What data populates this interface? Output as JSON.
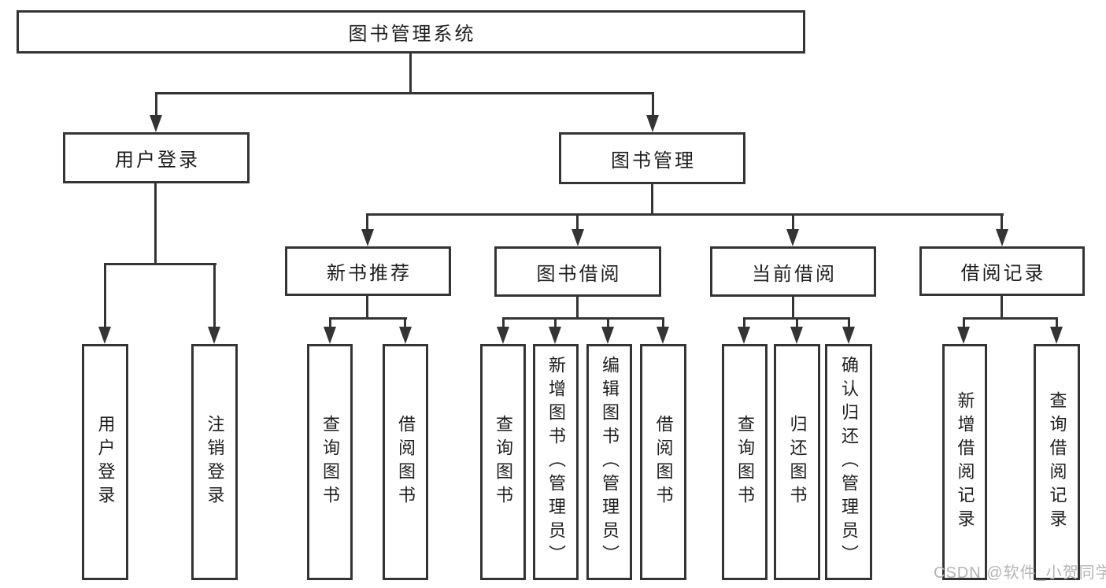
{
  "diagram": {
    "title": "图书管理系统",
    "root": {
      "label": "图书管理系统"
    },
    "level2": [
      {
        "label": "用户登录"
      },
      {
        "label": "图书管理"
      }
    ],
    "level3": [
      {
        "label": "新书推荐"
      },
      {
        "label": "图书借阅"
      },
      {
        "label": "当前借阅"
      },
      {
        "label": "借阅记录"
      }
    ],
    "leaves": [
      {
        "label": "用户登录",
        "parent": "用户登录"
      },
      {
        "label": "注销登录",
        "parent": "用户登录"
      },
      {
        "label": "查询图书",
        "parent": "新书推荐"
      },
      {
        "label": "借阅图书",
        "parent": "新书推荐"
      },
      {
        "label": "查询图书",
        "parent": "图书借阅"
      },
      {
        "label": "新增图书（管理员）",
        "parent": "图书借阅"
      },
      {
        "label": "编辑图书（管理员）",
        "parent": "图书借阅"
      },
      {
        "label": "借阅图书",
        "parent": "图书借阅"
      },
      {
        "label": "查询图书",
        "parent": "当前借阅"
      },
      {
        "label": "归还图书",
        "parent": "当前借阅"
      },
      {
        "label": "确认归还（管理员）",
        "parent": "当前借阅"
      },
      {
        "label": "新增借阅记录",
        "parent": "借阅记录"
      },
      {
        "label": "查询借阅记录",
        "parent": "借阅记录"
      }
    ],
    "watermark": "CSDN @软件_小贺同学",
    "colors": {
      "line": "#343434",
      "text": "#1e1e1e",
      "watermark": "#b4b4b4",
      "background": "#ffffff"
    }
  }
}
